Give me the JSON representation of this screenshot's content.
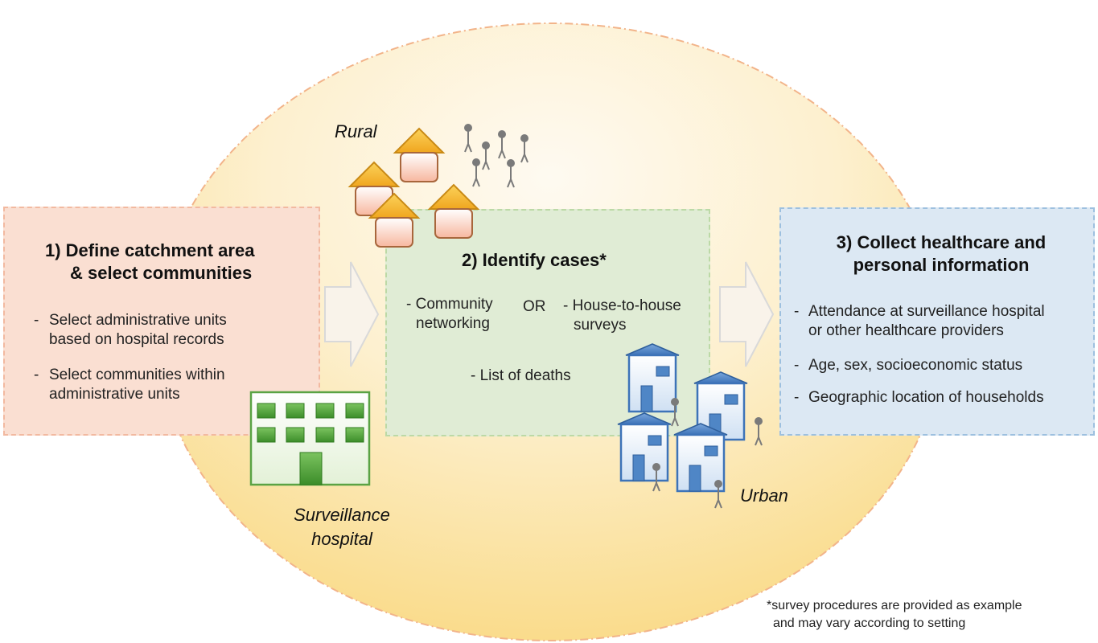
{
  "steps": {
    "define": {
      "title_line1": "1) Define catchment area",
      "title_line2": "& select communities",
      "items": [
        {
          "dash": "-",
          "line1": "Select administrative units",
          "line2": "based on hospital records"
        },
        {
          "dash": "-",
          "line1": "Select communities within",
          "line2": "administrative units"
        }
      ]
    },
    "identify": {
      "title": "2) Identify cases*",
      "networking_line1": "- Community",
      "networking_line2": "networking",
      "or": "OR",
      "survey_line1": "- House-to-house",
      "survey_line2": "surveys",
      "deaths": "- List of deaths"
    },
    "collect": {
      "title_line1": "3) Collect healthcare and",
      "title_line2": "personal information",
      "items": [
        {
          "dash": "-",
          "line1": "Attendance at surveillance hospital",
          "line2": "or other healthcare providers"
        },
        {
          "dash": "-",
          "line1": "Age, sex, socioeconomic status",
          "line2": ""
        },
        {
          "dash": "-",
          "line1": "Geographic location of households",
          "line2": ""
        }
      ]
    }
  },
  "labels": {
    "rural": "Rural",
    "urban": "Urban",
    "hospital_line1": "Surveillance",
    "hospital_line2": "hospital"
  },
  "footnote": {
    "line1": "*survey procedures are provided as example",
    "line2": "and may vary according to setting"
  },
  "colors": {
    "ellipse_fill_top": "#fdf6ea",
    "ellipse_fill_bottom": "#fbe08f",
    "ellipse_border": "#f2b48a",
    "rural_roof": "#f4b630",
    "rural_house": "#fbd0c0",
    "urban_house": "#4f86c6",
    "hospital_green": "#3f9a2e",
    "person_gray": "#7a7a7a"
  }
}
